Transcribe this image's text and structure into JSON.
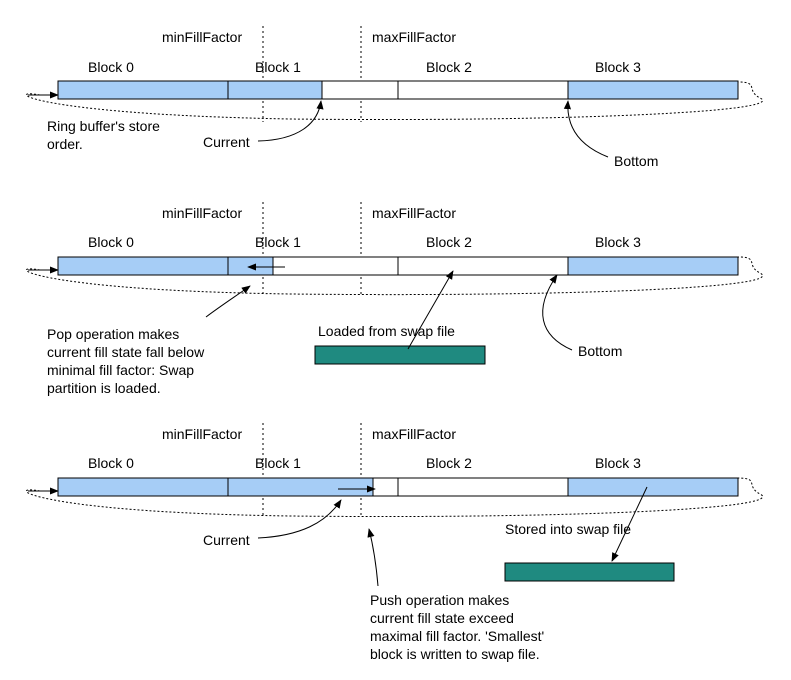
{
  "colors": {
    "filled_block": "#a6cdf6",
    "empty_block": "#ffffff",
    "swap_file": "#1f8a80",
    "line": "#000000"
  },
  "labels": {
    "min_fill_factor": "minFillFactor",
    "max_fill_factor": "maxFillFactor",
    "block_0": "Block 0",
    "block_1": "Block 1",
    "block_2": "Block 2",
    "block_3": "Block 3"
  },
  "panel1": {
    "store_order_line1": "Ring buffer's store",
    "store_order_line2": "order.",
    "current": "Current",
    "bottom": "Bottom"
  },
  "panel2": {
    "loaded_from_swap": "Loaded from swap file",
    "bottom": "Bottom",
    "note_line1": "Pop operation makes",
    "note_line2": "current fill state fall below",
    "note_line3": "minimal fill factor: Swap",
    "note_line4": "partition is loaded."
  },
  "panel3": {
    "current": "Current",
    "stored_into_swap": "Stored into swap file",
    "note_line1": "Push operation makes",
    "note_line2": "current fill state exceed",
    "note_line3": "maximal fill factor. 'Smallest'",
    "note_line4": "block is written to swap file."
  }
}
